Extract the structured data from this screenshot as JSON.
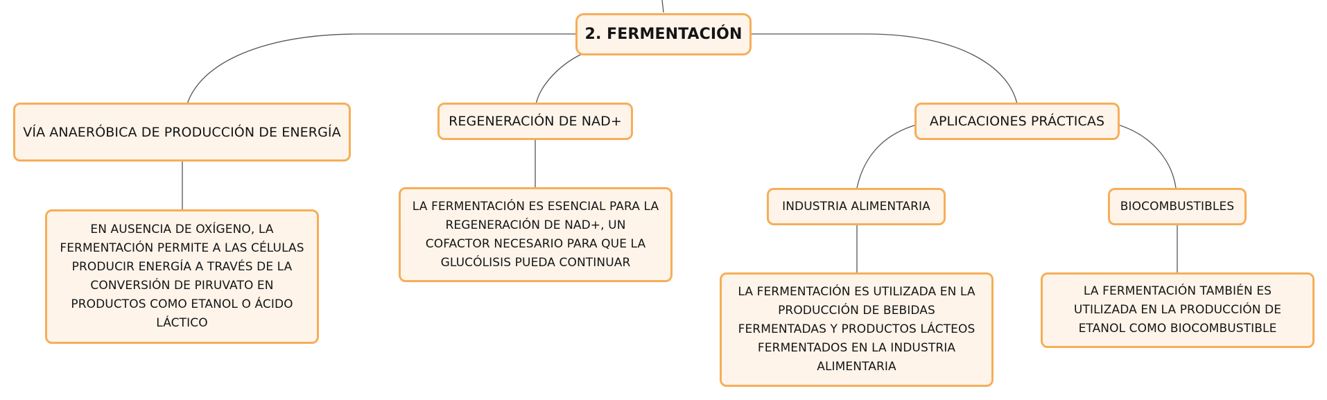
{
  "root": {
    "label": "2. FERMENTACIÓN"
  },
  "branches": [
    {
      "label": "VÍA ANAERÓBICA DE PRODUCCIÓN DE ENERGÍA",
      "detail": "EN AUSENCIA DE OXÍGENO, LA FERMENTACIÓN PERMITE A LAS CÉLULAS PRODUCIR ENERGÍA A TRAVÉS DE LA CONVERSIÓN DE PIRUVATO EN PRODUCTOS COMO ETANOL O ÁCIDO LÁCTICO"
    },
    {
      "label": "REGENERACIÓN DE NAD+",
      "detail": "LA FERMENTACIÓN ES ESENCIAL PARA LA REGENERACIÓN DE NAD+, UN COFACTOR NECESARIO PARA QUE LA GLUCÓLISIS PUEDA CONTINUAR"
    },
    {
      "label": "APLICACIONES PRÁCTICAS",
      "children": [
        {
          "label": "INDUSTRIA ALIMENTARIA",
          "detail": "LA FERMENTACIÓN ES UTILIZADA EN LA PRODUCCIÓN DE BEBIDAS FERMENTADAS Y PRODUCTOS LÁCTEOS FERMENTADOS EN LA INDUSTRIA ALIMENTARIA"
        },
        {
          "label": "BIOCOMBUSTIBLES",
          "detail": "LA FERMENTACIÓN TAMBIÉN ES UTILIZADA EN LA PRODUCCIÓN DE ETANOL COMO BIOCOMBUSTIBLE"
        }
      ]
    }
  ],
  "colors": {
    "node_fill": "#fef4ea",
    "node_border": "#f6ae58",
    "connector": "#555555"
  }
}
